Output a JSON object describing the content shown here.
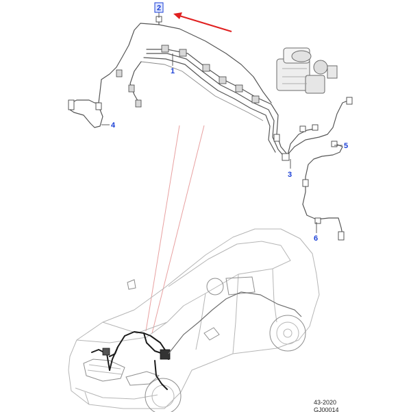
{
  "callouts": {
    "c1": "1",
    "c2": "2",
    "c3": "3",
    "c4": "4",
    "c5": "5",
    "c6": "6"
  },
  "reference": {
    "code": "43-2020",
    "drawing": "GJ00014"
  },
  "colors": {
    "callout": "#1a3fd6",
    "highlight_arrow": "#e02020",
    "guide_lines": "#e8a0a0",
    "harness": "#1a1a1a",
    "vehicle_outline": "#b5b5b5"
  }
}
